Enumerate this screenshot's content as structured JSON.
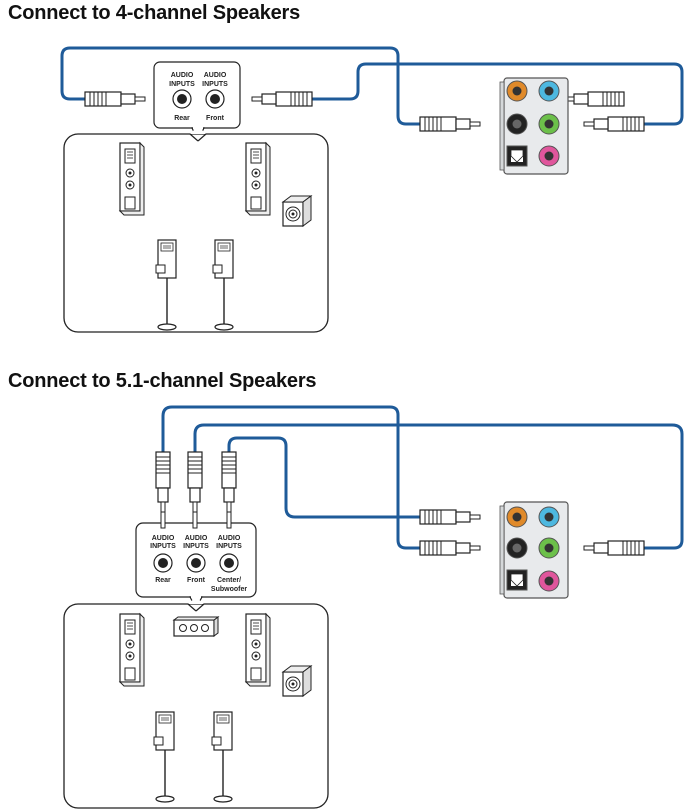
{
  "section_4ch": {
    "title": "Connect to 4-channel Speakers",
    "inputs": [
      {
        "line1": "AUDIO",
        "line2": "INPUTS",
        "name": "Rear"
      },
      {
        "line1": "AUDIO",
        "line2": "INPUTS",
        "name": "Front"
      }
    ]
  },
  "section_51ch": {
    "title": "Connect to 5.1-channel Speakers",
    "inputs": [
      {
        "line1": "AUDIO",
        "line2": "INPUTS",
        "name": "Rear",
        "name2": ""
      },
      {
        "line1": "AUDIO",
        "line2": "INPUTS",
        "name": "Front",
        "name2": ""
      },
      {
        "line1": "AUDIO",
        "line2": "INPUTS",
        "name": "Center/",
        "name2": "Subwoofer"
      }
    ]
  },
  "colors": {
    "cable": "#1f5b99",
    "jack_orange": "#e08a2a",
    "jack_blue": "#4db8e0",
    "jack_black": "#222222",
    "jack_green": "#6cc04a",
    "jack_pink": "#e0569c",
    "panel": "#e8eaec"
  },
  "icons": [
    "rca-plug-icon",
    "speaker-tower-icon",
    "subwoofer-icon",
    "satellite-speaker-icon",
    "audio-jack-icon",
    "optical-port-icon"
  ]
}
